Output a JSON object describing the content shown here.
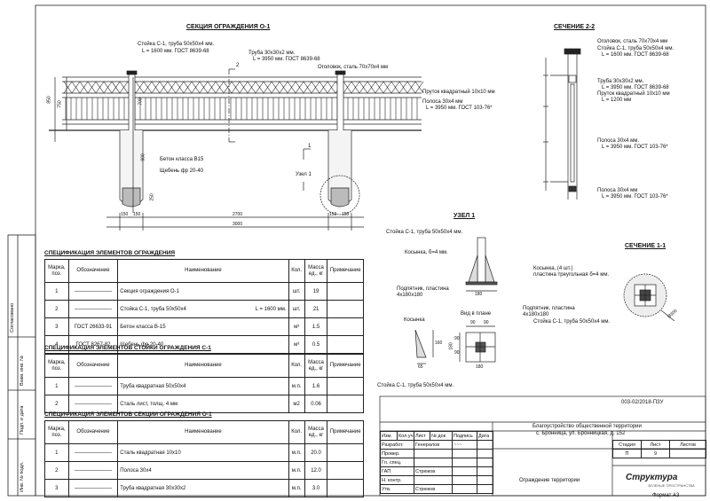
{
  "titles": {
    "section_o1": "СЕКЦИЯ ОГРАЖДЕНИЯ О-1",
    "section_22": "СЕЧЕНИЕ 2-2",
    "node1": "УЗЕЛ 1",
    "section_11": "СЕЧЕНИЕ 1-1"
  },
  "o1": {
    "l_stoyka": "Стойка С-1, труба 50х50х4 мм.",
    "l_stoyka2": "L = 1600 мм. ГОСТ 8639-68",
    "l_truba": "Труба 30х30х2 мм.",
    "l_truba2": "L = 3950 мм. ГОСТ 8639-68",
    "l_otgolovok": "Оголовок, сталь 70х70х4 мм",
    "l_prutok": "Пруток квадратный 10х10 мм",
    "l_polosa": "Полоса 30х4 мм",
    "l_polosa2": "L = 3950 мм. ГОСТ 103-76*",
    "l_beton": "Бетон класса В15",
    "l_sheben": "Щебень фр 20-40",
    "l_uzel": "Узел 1",
    "d_150a": "150",
    "d_150b": "150",
    "d_2700": "2700",
    "d_150c": "150",
    "d_150d": "150",
    "d_3000": "3000",
    "d_850": "850",
    "d_750": "750",
    "d_700": "700",
    "d_200": "200",
    "d_250": "250",
    "d_900": "900",
    "mark_2": "2",
    "mark_1": "1"
  },
  "s22": {
    "l_ogol": "Оголовок, сталь 70х70х4 мм",
    "l_stoyka": "Стойка С-1, труба 50х50х4 мм.",
    "l_stoyka2": "L = 1600 мм. ГОСТ 8639-68",
    "l_truba": "Труба 30х30х2 мм.",
    "l_truba2": "L = 3950 мм. ГОСТ 8639-68",
    "l_prutok": "Пруток квадратный 10х10 мм",
    "l_prutok2": "L = 1200 мм",
    "l_polosa": "Полоса 30х4 мм.",
    "l_polosa2": "L = 3950 мм. ГОСТ 103-76*",
    "l_polosa_b": "Полоса 30х4 мм",
    "l_polosa_b2": "L = 3950 мм. ГОСТ 103-76*"
  },
  "node1": {
    "l_stoyka": "Стойка С-1, труба 50х50х4 мм.",
    "l_kosynka": "Косынка, б=4 мм.",
    "l_plastina": "Подпятник, пластина",
    "l_plastina2": "4х180х180",
    "d_180": "180",
    "l_kos2": "Косынка",
    "d_160": "160",
    "d_65": "65",
    "plan": "Вид в плане",
    "d_90a": "90",
    "d_90b": "90",
    "d_90c": "90",
    "d_90d": "90",
    "d_180b": "180",
    "d_180c": "180",
    "l_stoyka_b": "Стойка С-1, труба 50х50х4 мм."
  },
  "s11": {
    "l_kos": "Косынка, (4 шт.)",
    "l_kos2": "пластина треугольная б=4 мм.",
    "l_plast": "Подпятник, пластина",
    "l_plast2": "4х180х180",
    "l_stoyka": "Стойка С-1, труба 50х50х4 мм.",
    "d_300": "Ø300"
  },
  "header_cols": {
    "mark": "Марка, поз.",
    "oboz": "Обозначение",
    "name": "Наименование",
    "qty": "Кол.",
    "mass": "Масса ед., кг",
    "prim": "Примечание"
  },
  "spec1": {
    "title": "СПЕЦИФИКАЦИЯ ЭЛЕМЕНТОВ ОГРАЖДЕНИЯ",
    "rows": [
      {
        "n": "1",
        "o": "———————",
        "name": "Секция ограждения О-1",
        "unit": "шт.",
        "q": "19",
        "extra": ""
      },
      {
        "n": "2",
        "o": "———————",
        "name": "Стойка С-1, труба 50х50х4",
        "unit": "шт.",
        "q": "21",
        "extra": "L = 1600 мм."
      },
      {
        "n": "3",
        "o": "ГОСТ 26633-91",
        "name": "Бетон класса В-15",
        "unit": "м³",
        "q": "1.5",
        "extra": ""
      },
      {
        "n": "4",
        "o": "ГОСТ 8267-82",
        "name": "Щебень фр 20-40",
        "unit": "м³",
        "q": "0.5",
        "extra": ""
      }
    ]
  },
  "spec2": {
    "title": "СПЕЦИФИКАЦИЯ ЭЛЕМЕНТОВ СТОЙКИ ОГРАЖДЕНИЯ С-1",
    "rows": [
      {
        "n": "1",
        "o": "———————",
        "name": "Труба квадратная 50х50х4",
        "unit": "м.п.",
        "q": "1.6"
      },
      {
        "n": "2",
        "o": "———————",
        "name": "Сталь лист, толщ. 4 мм",
        "unit": "м2",
        "q": "0.06"
      }
    ]
  },
  "spec3": {
    "title": "СПЕЦИФИКАЦИЯ ЭЛЕМЕНТОВ СЕКЦИИ ОГРАЖДЕНИЯ О-1",
    "rows": [
      {
        "n": "1",
        "o": "———————",
        "name": "Сталь квадратная 10х10",
        "unit": "м.п.",
        "q": "20.0"
      },
      {
        "n": "2",
        "o": "———————",
        "name": "Полоса 30х4",
        "unit": "м.п.",
        "q": "12.0"
      },
      {
        "n": "3",
        "o": "———————",
        "name": "Труба квадратная 30х30х2",
        "unit": "м.п.",
        "q": "3.0"
      }
    ]
  },
  "stamp": {
    "code": "003-02/2018-ПЗУ",
    "obj1": "Благоустройство общественной территории",
    "obj2": "с. Бронница, ул. Бронницкая, д. 152",
    "sheet_title": "Ограждение территории",
    "h_izm": "Изм.",
    "h_kol": "Кол.уч",
    "h_list": "Лист",
    "h_ndok": "№ док",
    "h_podp": "Подпись",
    "h_data": "Дата",
    "r1": "Разработ.",
    "r1n": "Генералов",
    "r2": "Провер.",
    "r3": "Гл. спец.",
    "r4": "ГАП",
    "r4n": "Стрюков",
    "r5": "Н. контр.",
    "r6": "Утв.",
    "r6n": "Стрюков",
    "st": "Стадия",
    "li": "Лист",
    "lis": "Листов",
    "st_v": "П",
    "li_v": "9",
    "logo": "Структура",
    "logo_sub": "ЗЕЛЕНЫЕ ПРОСТРАНСТВА",
    "format": "Формат А3"
  },
  "side": {
    "s1": "Согласовано",
    "s2": "Взам. инв. №",
    "s3": "Подп. и дата",
    "s4": "Инв. № подл."
  }
}
